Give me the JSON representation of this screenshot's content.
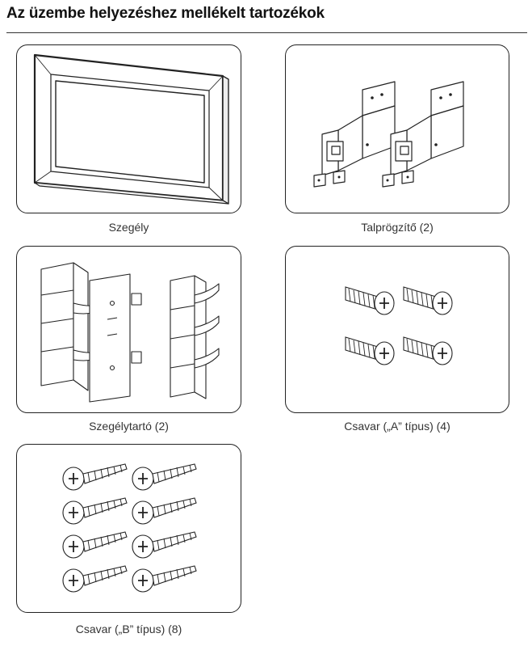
{
  "heading": "Az üzembe helyezéshez mellékelt tartozékok",
  "items": [
    {
      "caption": "Szegély",
      "icon": "trim-frame-illustration"
    },
    {
      "caption": "Talprögzítő (2)",
      "icon": "foot-bracket-illustration"
    },
    {
      "caption": "Szegélytartó (2)",
      "icon": "trim-holder-illustration"
    },
    {
      "caption": "Csavar („A” típus) (4)",
      "icon": "screw-type-a-illustration"
    },
    {
      "caption": "Csavar („B” típus) (8)",
      "icon": "screw-type-b-illustration"
    }
  ],
  "colors": {
    "line": "#222222",
    "panel_border": "#222222",
    "text": "#333333"
  }
}
